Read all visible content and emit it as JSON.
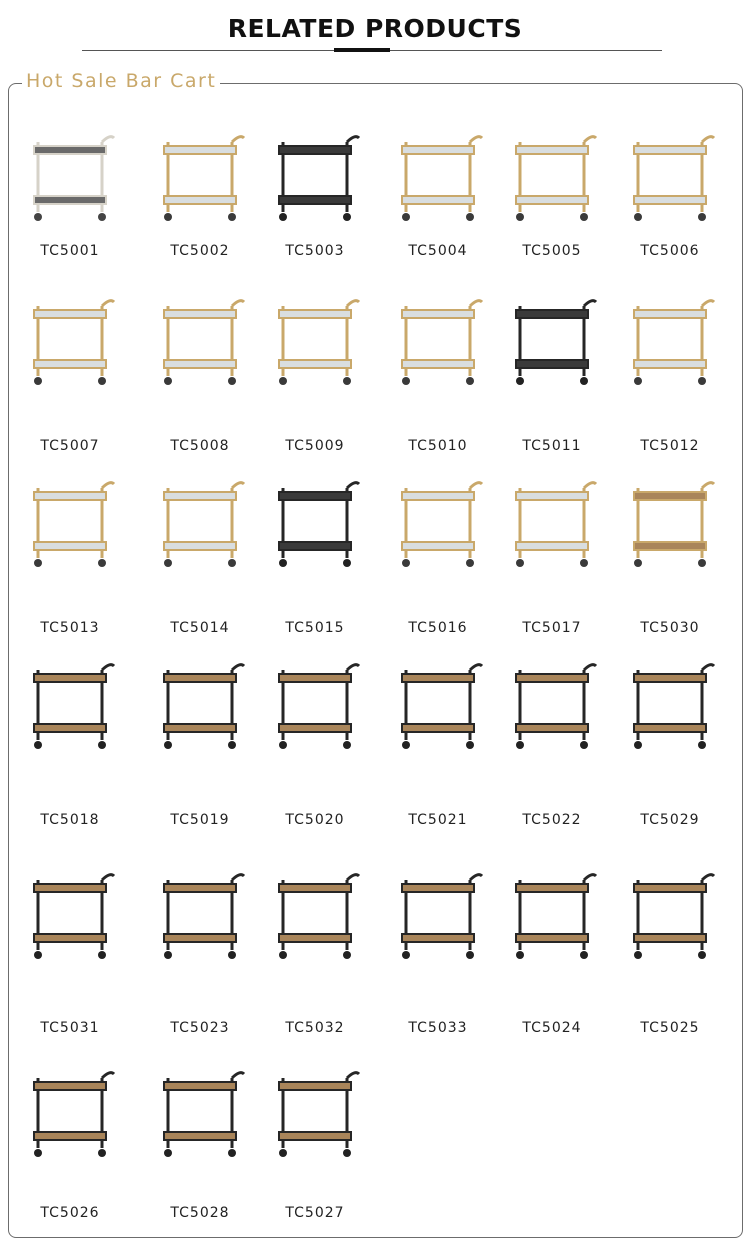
{
  "heading": "RELATED PRODUCTS",
  "section_title": "Hot Sale Bar Cart",
  "colors": {
    "gold": "#c9a86a",
    "title_gold": "#c9a86a",
    "black_metal": "#262626",
    "wood": "#a9855a"
  },
  "products": [
    {
      "code": "TC5001",
      "style": "white"
    },
    {
      "code": "TC5002",
      "style": "gold"
    },
    {
      "code": "TC5003",
      "style": "black"
    },
    {
      "code": "TC5004",
      "style": "gold"
    },
    {
      "code": "TC5005",
      "style": "gold"
    },
    {
      "code": "TC5006",
      "style": "gold"
    },
    {
      "code": "TC5007",
      "style": "gold"
    },
    {
      "code": "TC5008",
      "style": "gold"
    },
    {
      "code": "TC5009",
      "style": "gold"
    },
    {
      "code": "TC5010",
      "style": "gold"
    },
    {
      "code": "TC5011",
      "style": "black"
    },
    {
      "code": "TC5012",
      "style": "gold"
    },
    {
      "code": "TC5013",
      "style": "gold"
    },
    {
      "code": "TC5014",
      "style": "gold"
    },
    {
      "code": "TC5015",
      "style": "black"
    },
    {
      "code": "TC5016",
      "style": "gold"
    },
    {
      "code": "TC5017",
      "style": "gold"
    },
    {
      "code": "TC5030",
      "style": "gold-wood"
    },
    {
      "code": "TC5018",
      "style": "black-wood"
    },
    {
      "code": "TC5019",
      "style": "black-wood"
    },
    {
      "code": "TC5020",
      "style": "black-wood"
    },
    {
      "code": "TC5021",
      "style": "black-wood"
    },
    {
      "code": "TC5022",
      "style": "black-wood"
    },
    {
      "code": "TC5029",
      "style": "black-wood"
    },
    {
      "code": "TC5031",
      "style": "black-wood"
    },
    {
      "code": "TC5023",
      "style": "black-wood"
    },
    {
      "code": "TC5032",
      "style": "black-wood"
    },
    {
      "code": "TC5033",
      "style": "black-wood"
    },
    {
      "code": "TC5024",
      "style": "black-wood"
    },
    {
      "code": "TC5025",
      "style": "black-wood"
    },
    {
      "code": "TC5026",
      "style": "black-wood"
    },
    {
      "code": "TC5028",
      "style": "black-wood"
    },
    {
      "code": "TC5027",
      "style": "black-wood"
    }
  ]
}
